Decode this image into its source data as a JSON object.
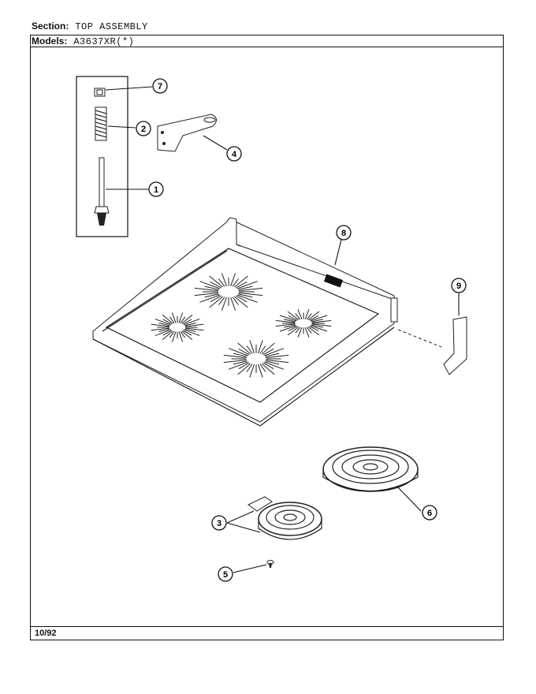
{
  "header": {
    "section_label": "Section:",
    "section_value": "TOP ASSEMBLY",
    "models_label": "Models:",
    "models_value": "A3637XR(*)"
  },
  "footer": {
    "date": "10/92"
  },
  "callouts": [
    "1",
    "2",
    "3",
    "4",
    "5",
    "6",
    "7",
    "8",
    "9"
  ]
}
